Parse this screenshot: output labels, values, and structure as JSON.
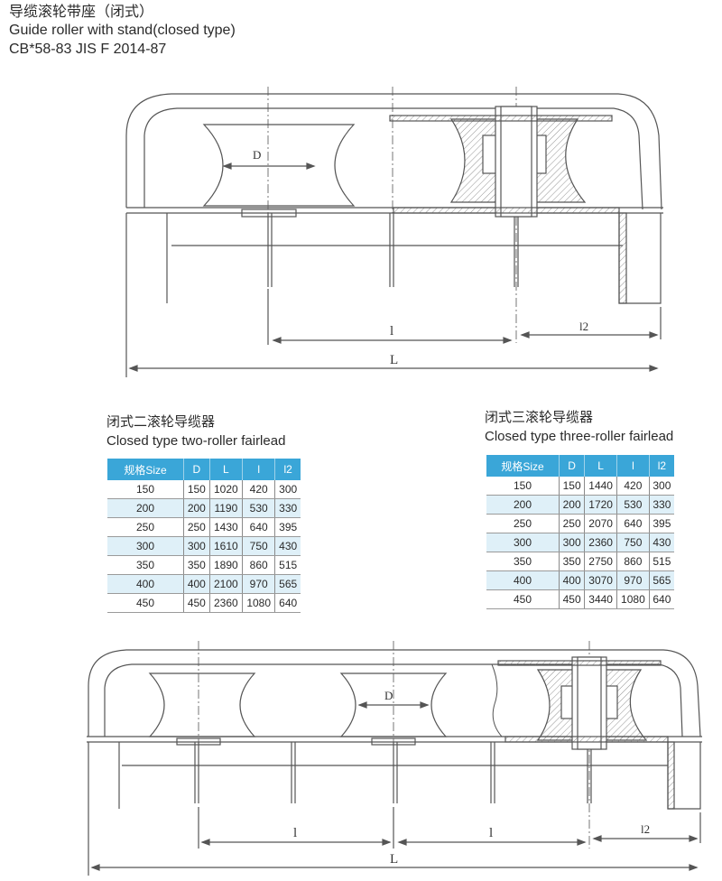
{
  "header": {
    "title_cn": "导缆滚轮带座（闭式）",
    "title_en": "Guide roller with stand(closed type)",
    "standard": "CB*58-83 JIS F 2014-87"
  },
  "drawing_two": {
    "label_D": "D",
    "label_l": "l",
    "label_l2": "l2",
    "label_L": "L"
  },
  "drawing_three": {
    "label_D": "D",
    "label_l_a": "l",
    "label_l_b": "l",
    "label_l2": "l2",
    "label_L": "L"
  },
  "table_two": {
    "title_cn": "闭式二滚轮导缆器",
    "title_en": "Closed type two-roller fairlead",
    "headers": [
      "规格Size",
      "D",
      "L",
      "l",
      "l2"
    ],
    "rows": [
      [
        "150",
        "150",
        "1020",
        "420",
        "300"
      ],
      [
        "200",
        "200",
        "1190",
        "530",
        "330"
      ],
      [
        "250",
        "250",
        "1430",
        "640",
        "395"
      ],
      [
        "300",
        "300",
        "1610",
        "750",
        "430"
      ],
      [
        "350",
        "350",
        "1890",
        "860",
        "515"
      ],
      [
        "400",
        "400",
        "2100",
        "970",
        "565"
      ],
      [
        "450",
        "450",
        "2360",
        "1080",
        "640"
      ]
    ]
  },
  "table_three": {
    "title_cn": "闭式三滚轮导缆器",
    "title_en": "Closed type three-roller fairlead",
    "headers": [
      "规格Size",
      "D",
      "L",
      "l",
      "l2"
    ],
    "rows": [
      [
        "150",
        "150",
        "1440",
        "420",
        "300"
      ],
      [
        "200",
        "200",
        "1720",
        "530",
        "330"
      ],
      [
        "250",
        "250",
        "2070",
        "640",
        "395"
      ],
      [
        "300",
        "300",
        "2360",
        "750",
        "430"
      ],
      [
        "350",
        "350",
        "2750",
        "860",
        "515"
      ],
      [
        "400",
        "400",
        "3070",
        "970",
        "565"
      ],
      [
        "450",
        "450",
        "3440",
        "1080",
        "640"
      ]
    ]
  },
  "colors": {
    "header_fill": "#3aa6d8",
    "alt_row_fill": "#dff0f8",
    "line": "#555555"
  }
}
